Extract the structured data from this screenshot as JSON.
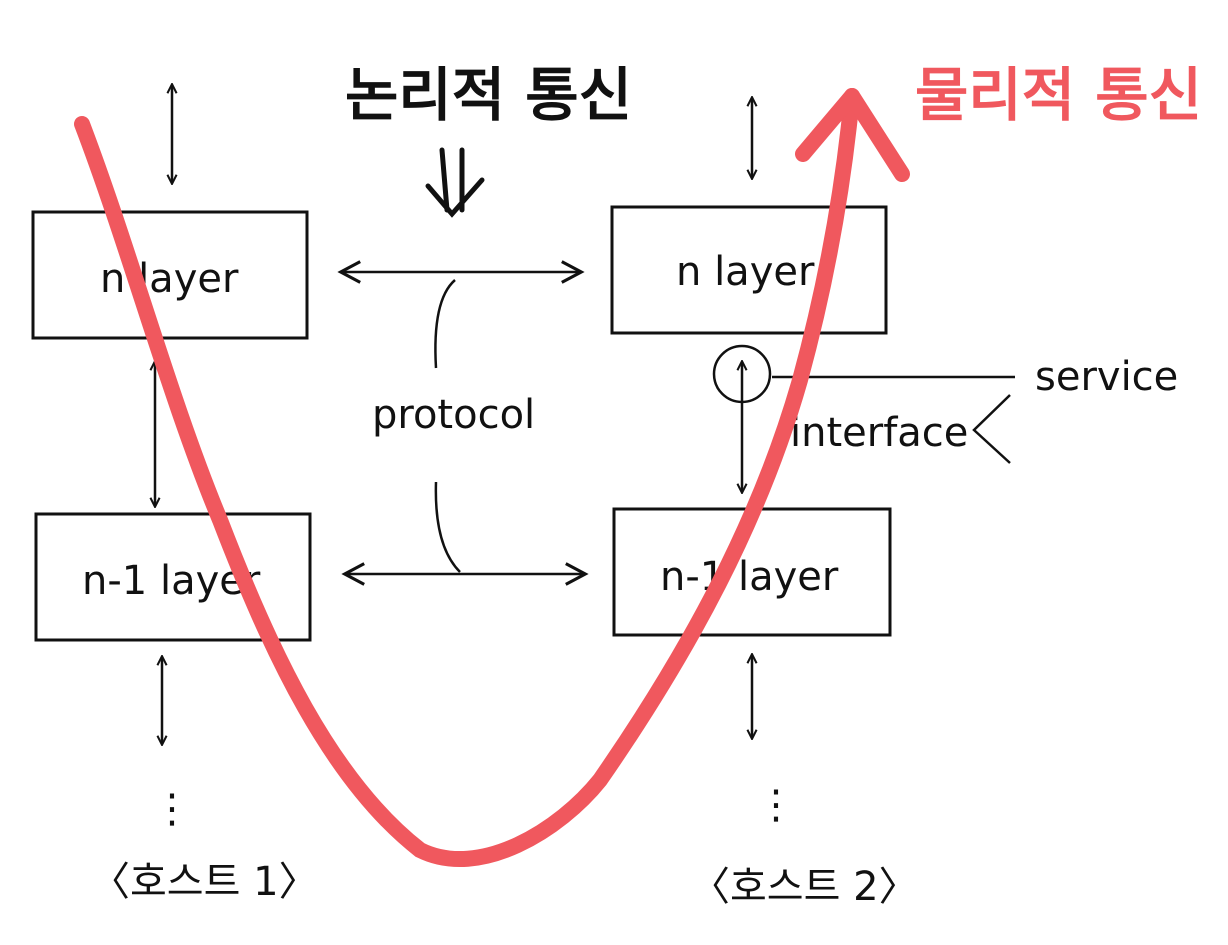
{
  "titles": {
    "logical": "논리적 통신",
    "physical": "물리적 통신"
  },
  "host1": {
    "top_layer": "n layer",
    "bottom_layer": "n-1 layer",
    "ellipsis": "⋮",
    "name": "〈호스트 1〉"
  },
  "host2": {
    "top_layer": "n layer",
    "bottom_layer": "n-1 layer",
    "ellipsis": "⋮",
    "name": "〈호스트 2〉"
  },
  "labels": {
    "protocol": "protocol",
    "service": "service",
    "interface": "interface"
  },
  "colors": {
    "ink": "#111111",
    "physical_path": "#f0585e"
  }
}
